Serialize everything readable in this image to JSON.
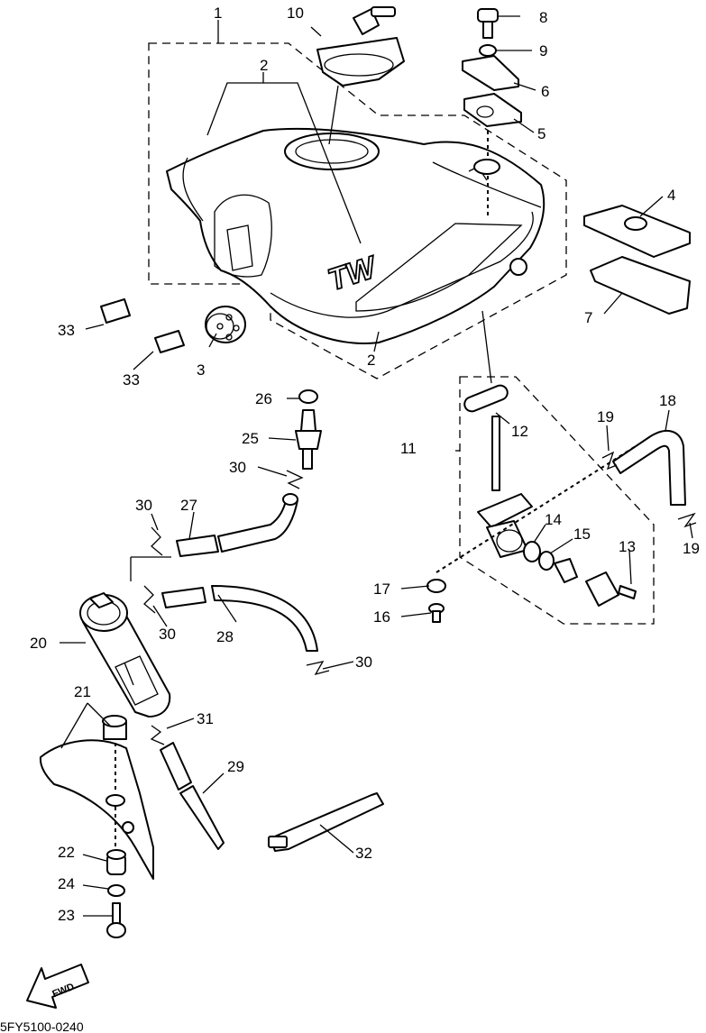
{
  "diagram_code": "5FY5100-0240",
  "fwd_label": "FWD",
  "tank_logo": "TW",
  "callouts": {
    "c1": "1",
    "c2a": "2",
    "c2b": "2",
    "c3": "3",
    "c4": "4",
    "c5": "5",
    "c6": "6",
    "c7": "7",
    "c8": "8",
    "c9": "9",
    "c10": "10",
    "c11": "11",
    "c12": "12",
    "c13": "13",
    "c14": "14",
    "c15": "15",
    "c16": "16",
    "c17": "17",
    "c18": "18",
    "c19a": "19",
    "c19b": "19",
    "c20": "20",
    "c21": "21",
    "c22": "22",
    "c23": "23",
    "c24": "24",
    "c25": "25",
    "c26": "26",
    "c27": "27",
    "c28": "28",
    "c29": "29",
    "c30a": "30",
    "c30b": "30",
    "c30c": "30",
    "c30d": "30",
    "c31": "31",
    "c32": "32",
    "c33a": "33",
    "c33b": "33"
  }
}
